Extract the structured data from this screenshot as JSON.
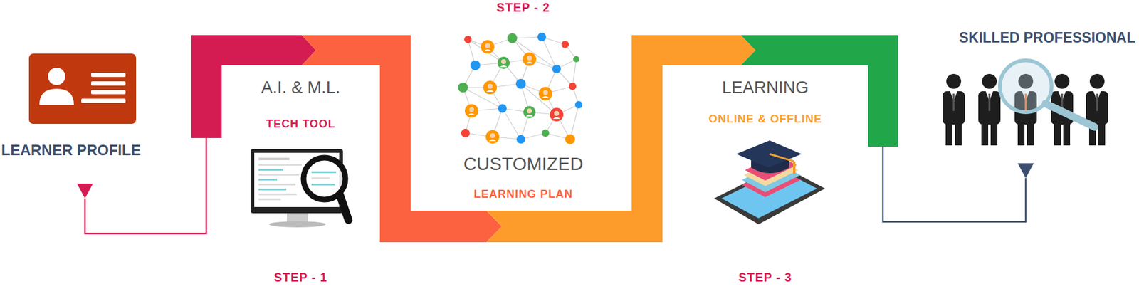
{
  "diagram": {
    "nodes": [
      {
        "text": [
          "LEARNER PROFILE"
        ]
      },
      {
        "text": [
          "A.I. & M.L.",
          "TECH TOOL",
          "STEP - 1"
        ]
      },
      {
        "text": [
          "STEP - 2",
          "CUSTOMIZED",
          "LEARNING PLAN"
        ]
      },
      {
        "text": [
          "LEARNING",
          "ONLINE & OFFLINE",
          "STEP - 3"
        ]
      },
      {
        "text": [
          "SKILLED PROFESSIONAL"
        ]
      }
    ],
    "edges": [
      {
        "from": 1,
        "to": 0,
        "arrow": "to"
      },
      {
        "from": 1,
        "to": 2,
        "arrow": "to"
      },
      {
        "from": 2,
        "to": 3,
        "arrow": "to"
      },
      {
        "from": 3,
        "to": 4,
        "arrow": "to"
      }
    ]
  }
}
